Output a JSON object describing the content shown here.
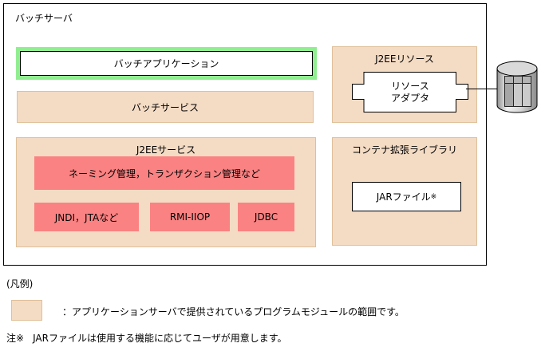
{
  "diagram": {
    "title": "バッチサーバ",
    "app_label": "バッチアプリケーション",
    "batch_service_label": "バッチサービス",
    "j2ee_service": {
      "label": "J2EEサービス",
      "naming": "ネーミング管理，トランザクション管理など",
      "jndi": "JNDI，JTAなど",
      "rmi": "RMI-IIOP",
      "jdbc": "JDBC"
    },
    "j2ee_resource": {
      "label": "J2EEリソース",
      "adapter_line1": "リソース",
      "adapter_line2": "アダプタ"
    },
    "container_lib": {
      "label": "コンテナ拡張ライブラリ",
      "jar_label": "JARファイル",
      "jar_note_mark": "※"
    },
    "icons": {
      "database_icon": "database-cylinder-with-table"
    }
  },
  "legend": {
    "heading": "(凡例)",
    "text": "：アプリケーションサーバで提供されているプログラムモジュールの範囲です。"
  },
  "note": {
    "prefix": "注※",
    "text": "JARファイルは使用する機能に応じてユーザが用意します。"
  },
  "colors": {
    "module_fill": "#F4DBC4",
    "module_border": "#DFC09A",
    "service_fill": "#FA8282",
    "application_border": "#90EE90",
    "line": "#000000"
  }
}
